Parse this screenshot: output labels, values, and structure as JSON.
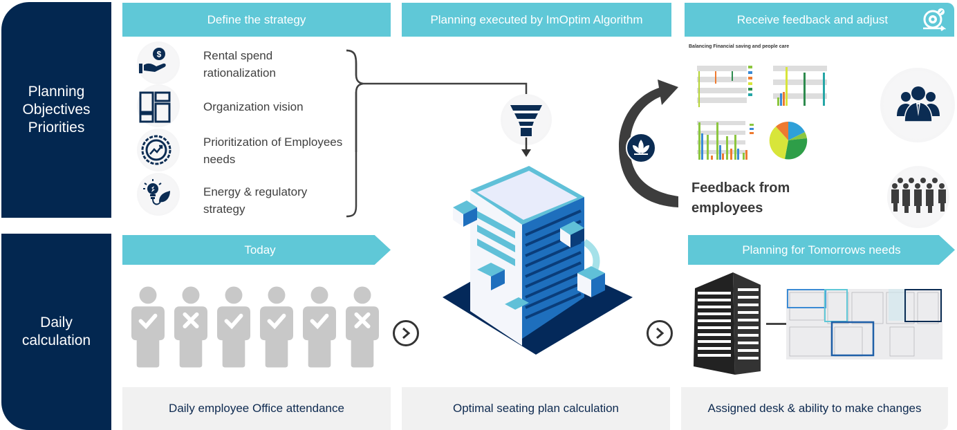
{
  "rows": {
    "top_label": "Planning Objectives Priorities",
    "bottom_label": "Daily calculation"
  },
  "headers": {
    "define": "Define the strategy",
    "planning": "Planning executed by ImOptim Algorithm",
    "feedback": "Receive feedback and adjust",
    "today": "Today",
    "tomorrow": "Planning for Tomorrows needs"
  },
  "objectives": [
    {
      "icon": "hand-dollar-icon",
      "label": "Rental spend rationalization"
    },
    {
      "icon": "layout-grid-icon",
      "label": "Organization vision"
    },
    {
      "icon": "growth-gear-icon",
      "label": "Prioritization of Employees needs"
    },
    {
      "icon": "bulb-leaf-icon",
      "label": "Energy & regulatory strategy"
    }
  ],
  "attendance": [
    "present",
    "absent",
    "present",
    "present",
    "present",
    "absent"
  ],
  "dashboard": {
    "title": "Balancing Financial saving and people care"
  },
  "feedback_text": "Feedback from employees",
  "footers": {
    "today": "Daily employee Office attendance",
    "algorithm": "Optimal seating plan calculation",
    "tomorrow": "Assigned desk & ability to make changes"
  },
  "colors": {
    "navy": "#032750",
    "teal": "#5fc8d7",
    "gray_person": "#c8c8c8",
    "footer_bg": "#f1f1f1"
  }
}
